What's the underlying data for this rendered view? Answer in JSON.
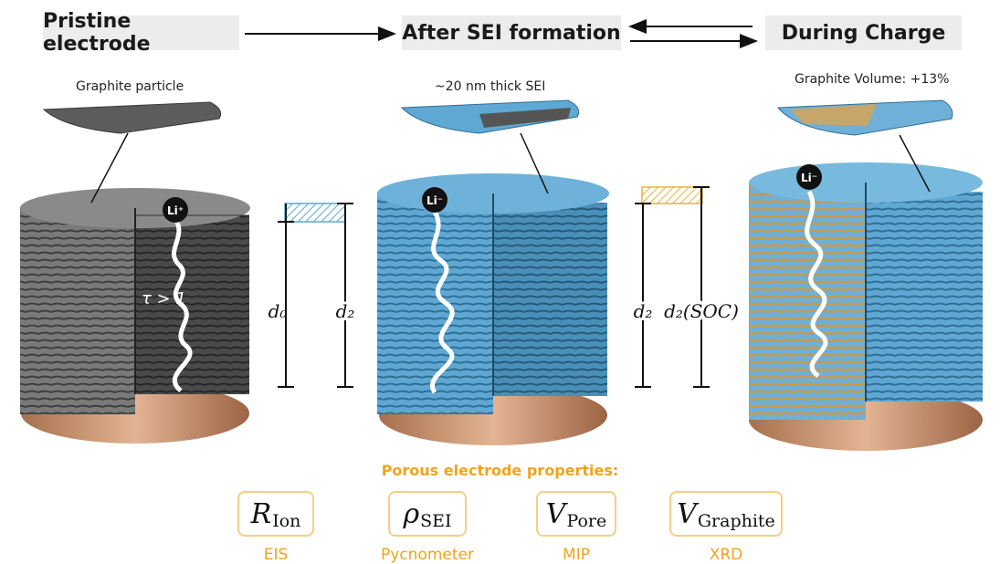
{
  "stages": {
    "pristine": "Pristine electrode",
    "sei": "After SEI formation",
    "charge": "During Charge"
  },
  "captions": {
    "graphite_particle": "Graphite particle",
    "sei_thickness": "~20 nm thick SEI",
    "graphite_volume": "Graphite Volume: +13%"
  },
  "ion_labels": {
    "pristine": "Li⁺",
    "sei": "Li⁻",
    "charge": "Li⁻"
  },
  "tortuosity": "τ > 1",
  "dimensions": {
    "d0": "d₀",
    "d2_left": "d₂",
    "d2_right": "d₂",
    "d2_soc": "d₂(SOC)"
  },
  "properties": {
    "title": "Porous electrode properties:",
    "items": [
      {
        "symbol": "R",
        "sub": "Ion",
        "method": "EIS"
      },
      {
        "symbol": "ρ",
        "sub": "SEI",
        "method": "Pycnometer"
      },
      {
        "symbol": "V",
        "sub": "Pore",
        "method": "MIP"
      },
      {
        "symbol": "V",
        "sub": "Graphite",
        "method": "XRD"
      }
    ]
  },
  "colors": {
    "graphite": "#6b6b6b",
    "sei": "#5fa8d3",
    "lithiated": "#c79a4a",
    "copper": "#c48a62",
    "accent": "#f2a31a"
  }
}
